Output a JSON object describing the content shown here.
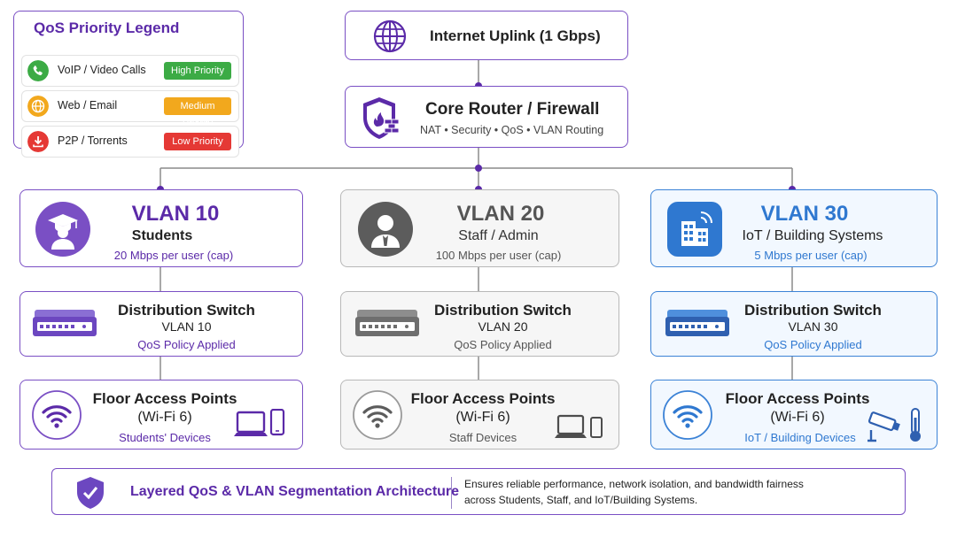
{
  "legend": {
    "title": "QoS Priority Legend",
    "items": [
      {
        "label": "VoIP / Video Calls",
        "priority": "High Priority",
        "color": "#3cab45",
        "icon": "phone-icon"
      },
      {
        "label": "Web / Email",
        "priority": "Medium Priority",
        "color": "#f2a81d",
        "icon": "globe-icon"
      },
      {
        "label": "P2P / Torrents",
        "priority": "Low Priority",
        "color": "#e53935",
        "icon": "download-icon"
      }
    ]
  },
  "uplink": {
    "label": "Internet Uplink (1 Gbps)",
    "icon": "globe-icon"
  },
  "router": {
    "title": "Core Router / Firewall",
    "subtitle": "NAT • Security • QoS • VLAN Routing",
    "icon": "shield-firewall-icon"
  },
  "vlans": [
    {
      "name": "VLAN 10",
      "group": "Students",
      "cap": "20 Mbps per user (cap)",
      "color": "#5b2aa8",
      "icon": "graduate-icon",
      "switch": {
        "title": "Distribution Switch",
        "vlan": "VLAN 10",
        "policy": "QoS Policy Applied"
      },
      "ap": {
        "title": "Floor Access Points",
        "subtitle": "(Wi-Fi 6)",
        "devices": "Students' Devices"
      }
    },
    {
      "name": "VLAN 20",
      "group": "Staff / Admin",
      "cap": "100 Mbps per user (cap)",
      "color": "#555555",
      "icon": "staff-icon",
      "switch": {
        "title": "Distribution Switch",
        "vlan": "VLAN 20",
        "policy": "QoS Policy Applied"
      },
      "ap": {
        "title": "Floor Access Points",
        "subtitle": "(Wi-Fi 6)",
        "devices": "Staff Devices"
      }
    },
    {
      "name": "VLAN 30",
      "group": "IoT / Building Systems",
      "cap": "5 Mbps per user (cap)",
      "color": "#2f78d0",
      "icon": "building-icon",
      "switch": {
        "title": "Distribution Switch",
        "vlan": "VLAN 30",
        "policy": "QoS Policy Applied"
      },
      "ap": {
        "title": "Floor Access Points",
        "subtitle": "(Wi-Fi 6)",
        "devices": "IoT / Building Devices"
      }
    }
  ],
  "footer": {
    "title": "Layered QoS & VLAN Segmentation Architecture",
    "line1": "Ensures reliable performance, network isolation, and bandwidth fairness",
    "line2": "across Students, Staff, and IoT/Building Systems."
  }
}
